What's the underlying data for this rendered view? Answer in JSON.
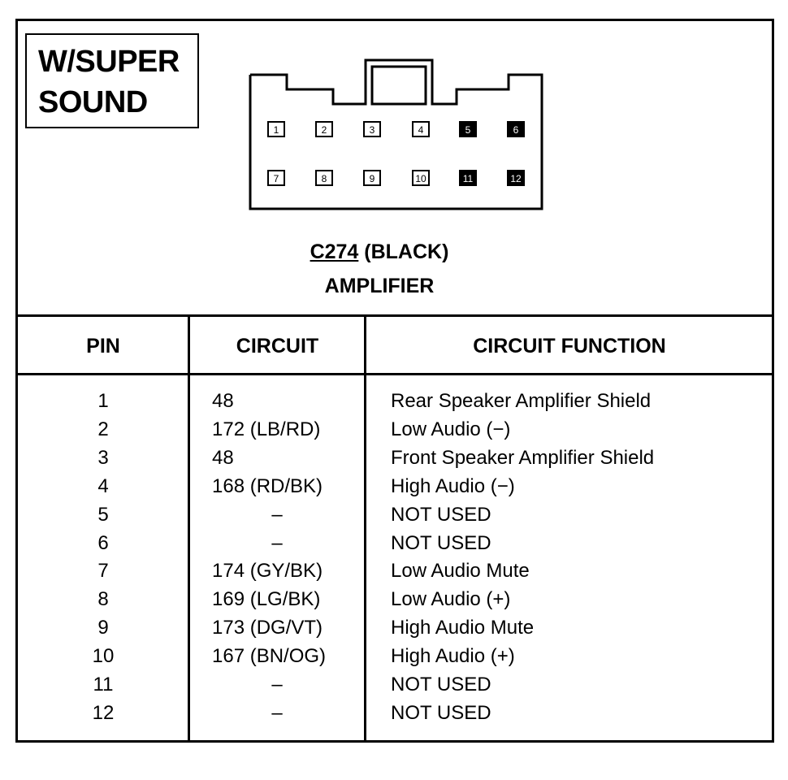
{
  "tag": {
    "line1": "W/SUPER",
    "line2": "SOUND"
  },
  "connector": {
    "id": "C274",
    "color_label": "(BLACK)",
    "component": "AMPLIFIER",
    "top_row": [
      {
        "num": "1",
        "filled": false
      },
      {
        "num": "2",
        "filled": false
      },
      {
        "num": "3",
        "filled": false
      },
      {
        "num": "4",
        "filled": false
      },
      {
        "num": "5",
        "filled": true
      },
      {
        "num": "6",
        "filled": true
      }
    ],
    "bottom_row": [
      {
        "num": "7",
        "filled": false
      },
      {
        "num": "8",
        "filled": false
      },
      {
        "num": "9",
        "filled": false
      },
      {
        "num": "10",
        "filled": false
      },
      {
        "num": "11",
        "filled": true
      },
      {
        "num": "12",
        "filled": true
      }
    ]
  },
  "table": {
    "headers": {
      "pin": "PIN",
      "circuit": "CIRCUIT",
      "function": "CIRCUIT FUNCTION"
    },
    "rows": [
      {
        "pin": "1",
        "circuit": "48",
        "function": "Rear Speaker Amplifier Shield"
      },
      {
        "pin": "2",
        "circuit": "172 (LB/RD)",
        "function": "Low Audio (−)"
      },
      {
        "pin": "3",
        "circuit": "48",
        "function": "Front Speaker Amplifier Shield"
      },
      {
        "pin": "4",
        "circuit": "168 (RD/BK)",
        "function": "High Audio (−)"
      },
      {
        "pin": "5",
        "circuit": "–",
        "function": "NOT USED"
      },
      {
        "pin": "6",
        "circuit": "–",
        "function": "NOT USED"
      },
      {
        "pin": "7",
        "circuit": "174 (GY/BK)",
        "function": "Low Audio Mute"
      },
      {
        "pin": "8",
        "circuit": "169 (LG/BK)",
        "function": "Low Audio (+)"
      },
      {
        "pin": "9",
        "circuit": "173 (DG/VT)",
        "function": "High Audio Mute"
      },
      {
        "pin": "10",
        "circuit": "167 (BN/OG)",
        "function": "High Audio (+)"
      },
      {
        "pin": "11",
        "circuit": "–",
        "function": "NOT USED"
      },
      {
        "pin": "12",
        "circuit": "–",
        "function": "NOT USED"
      }
    ]
  }
}
